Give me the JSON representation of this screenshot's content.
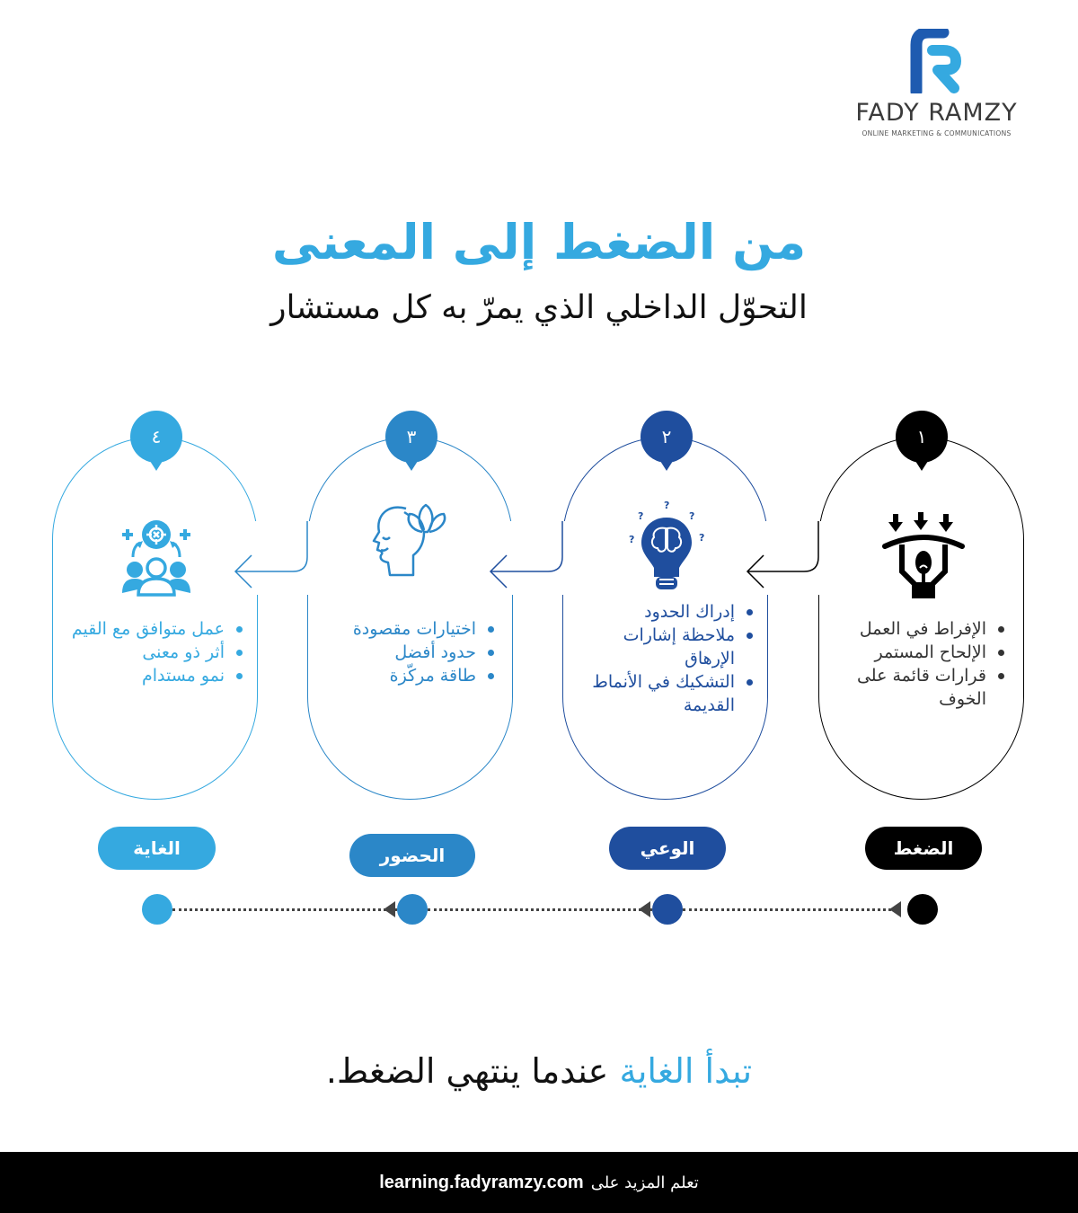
{
  "brand": {
    "name": "FADY RAMZY",
    "tagline": "ONLINE MARKETING & COMMUNICATIONS",
    "colors": {
      "dark_blue": "#1e5bb0",
      "light_blue": "#35a9e0",
      "gray": "#3a3a3a"
    }
  },
  "header": {
    "title": "من الضغط إلى المعنى",
    "subtitle": "التحوّل الداخلي الذي يمرّ به كل مستشار"
  },
  "stages": [
    {
      "number": "١",
      "label": "الضغط",
      "color": "#000000",
      "icon": "pressure-person-icon",
      "bullets": [
        "الإفراط في العمل",
        "الإلحاح المستمر",
        "قرارات قائمة على الخوف"
      ]
    },
    {
      "number": "٢",
      "label": "الوعي",
      "color": "#1f4e9e",
      "icon": "lightbulb-brain-icon",
      "bullets": [
        "إدراك الحدود",
        "ملاحظة إشارات الإرهاق",
        "التشكيك في الأنماط القديمة"
      ]
    },
    {
      "number": "٣",
      "label": "الحضور",
      "color": "#2b87c8",
      "icon": "mindful-head-lotus-icon",
      "bullets": [
        "اختيارات مقصودة",
        "حدود أفضل",
        "طاقة مركّزة"
      ]
    },
    {
      "number": "٤",
      "label": "الغاية",
      "color": "#35a9e0",
      "icon": "team-target-icon",
      "bullets": [
        "عمل متوافق مع القيم",
        "أثر ذو معنى",
        "نمو مستدام"
      ]
    }
  ],
  "closing": {
    "highlight_part": "تبدأ الغاية",
    "rest": "عندما ينتهي الضغط."
  },
  "footer": {
    "prefix": "تعلم المزيد على",
    "url": "learning.fadyramzy.com"
  }
}
